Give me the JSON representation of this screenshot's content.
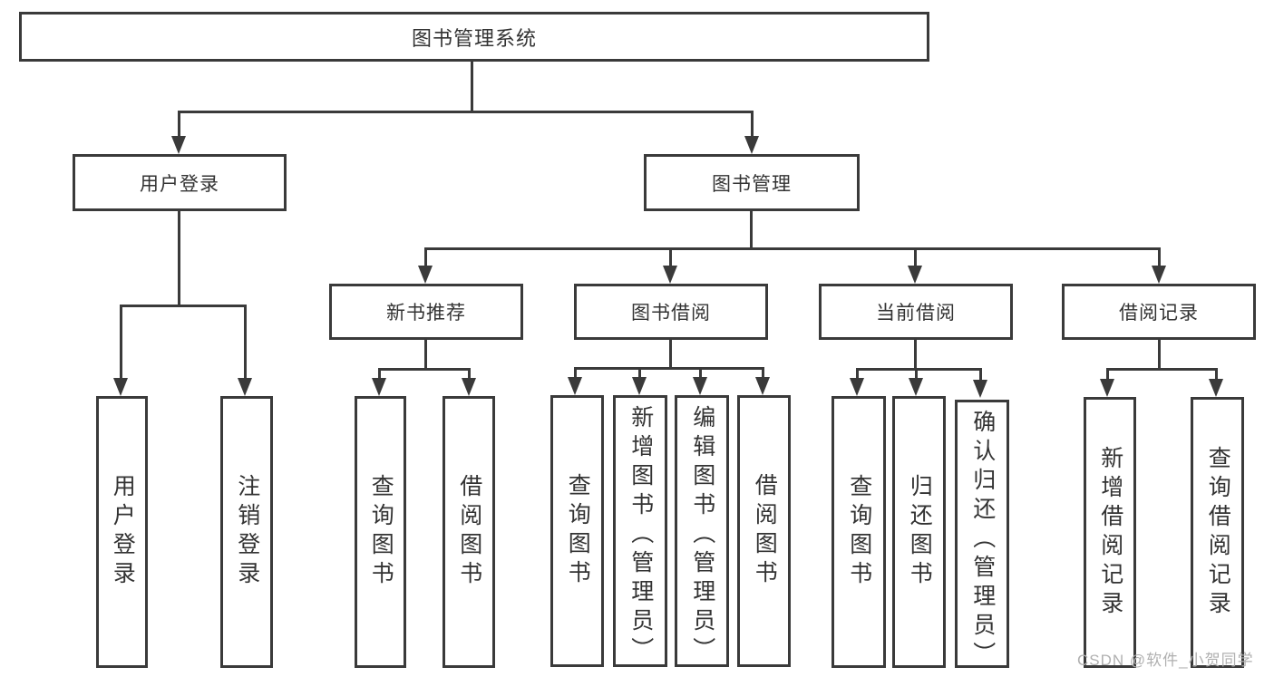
{
  "diagram_title": "图书管理系统",
  "nodes": {
    "root": {
      "label": "图书管理系统"
    },
    "user_login": {
      "label": "用户登录"
    },
    "book_mgmt": {
      "label": "图书管理"
    },
    "leaf_user_login": {
      "label": "用户登录"
    },
    "leaf_logout": {
      "label": "注销登录"
    },
    "new_book_rec": {
      "label": "新书推荐"
    },
    "book_borrow": {
      "label": "图书借阅"
    },
    "current_borrow": {
      "label": "当前借阅"
    },
    "borrow_records": {
      "label": "借阅记录"
    },
    "nbr_query": {
      "label": "查询图书"
    },
    "nbr_borrow": {
      "label": "借阅图书"
    },
    "bb_query": {
      "label": "查询图书"
    },
    "bb_add": {
      "label": "新增图书（管理员）"
    },
    "bb_edit": {
      "label": "编辑图书（管理员）"
    },
    "bb_borrow": {
      "label": "借阅图书"
    },
    "cb_query": {
      "label": "查询图书"
    },
    "cb_return": {
      "label": "归还图书"
    },
    "cb_confirm": {
      "label": "确认归还（管理员）"
    },
    "br_add": {
      "label": "新增借阅记录"
    },
    "br_query": {
      "label": "查询借阅记录"
    }
  },
  "tree": {
    "label": "图书管理系统",
    "children": [
      {
        "label": "用户登录",
        "children": [
          {
            "label": "用户登录"
          },
          {
            "label": "注销登录"
          }
        ]
      },
      {
        "label": "图书管理",
        "children": [
          {
            "label": "新书推荐",
            "children": [
              {
                "label": "查询图书"
              },
              {
                "label": "借阅图书"
              }
            ]
          },
          {
            "label": "图书借阅",
            "children": [
              {
                "label": "查询图书"
              },
              {
                "label": "新增图书（管理员）"
              },
              {
                "label": "编辑图书（管理员）"
              },
              {
                "label": "借阅图书"
              }
            ]
          },
          {
            "label": "当前借阅",
            "children": [
              {
                "label": "查询图书"
              },
              {
                "label": "归还图书"
              },
              {
                "label": "确认归还（管理员）"
              }
            ]
          },
          {
            "label": "借阅记录",
            "children": [
              {
                "label": "新增借阅记录"
              },
              {
                "label": "查询借阅记录"
              }
            ]
          }
        ]
      }
    ]
  },
  "watermark": {
    "text": "CSDN @软件_小贺同学"
  },
  "colors": {
    "line": "#3a3a3a",
    "text": "#333333",
    "background": "#ffffff",
    "watermark": "#b0b0b0"
  }
}
